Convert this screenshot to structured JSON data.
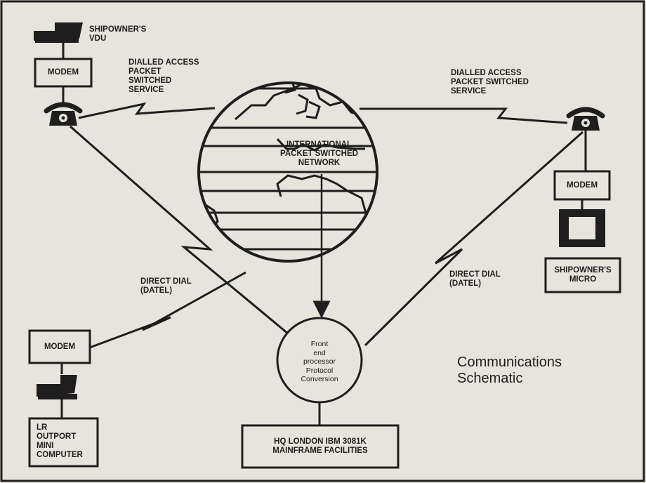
{
  "title": "Communications\nSchematic",
  "globe_label": "INTERNATIONAL\nPACKET SWITCHED\nNETWORK",
  "left": {
    "vdu_label": "SHIPOWNER'S\nVDU",
    "modem_label": "MODEM",
    "link_label": "DIALLED ACCESS\nPACKET\nSWITCHED\nSERVICE"
  },
  "right": {
    "link_label": "DIALLED ACCESS\nPACKET SWITCHED\nSERVICE",
    "modem_label": "MODEM",
    "micro_label": "SHIPOWNER'S\nMICRO"
  },
  "direct_dial_left": "DIRECT DIAL\n(DATEL)",
  "direct_dial_right": "DIRECT DIAL\n(DATEL)",
  "outport": {
    "modem_label": "MODEM",
    "computer_label": "LR\nOUTPORT\nMINI\nCOMPUTER"
  },
  "front_end": "Front\nend\nprocessor\nProtocol\nConversion",
  "mainframe": "HQ LONDON IBM 3081K\nMAINFRAME FACILITIES"
}
